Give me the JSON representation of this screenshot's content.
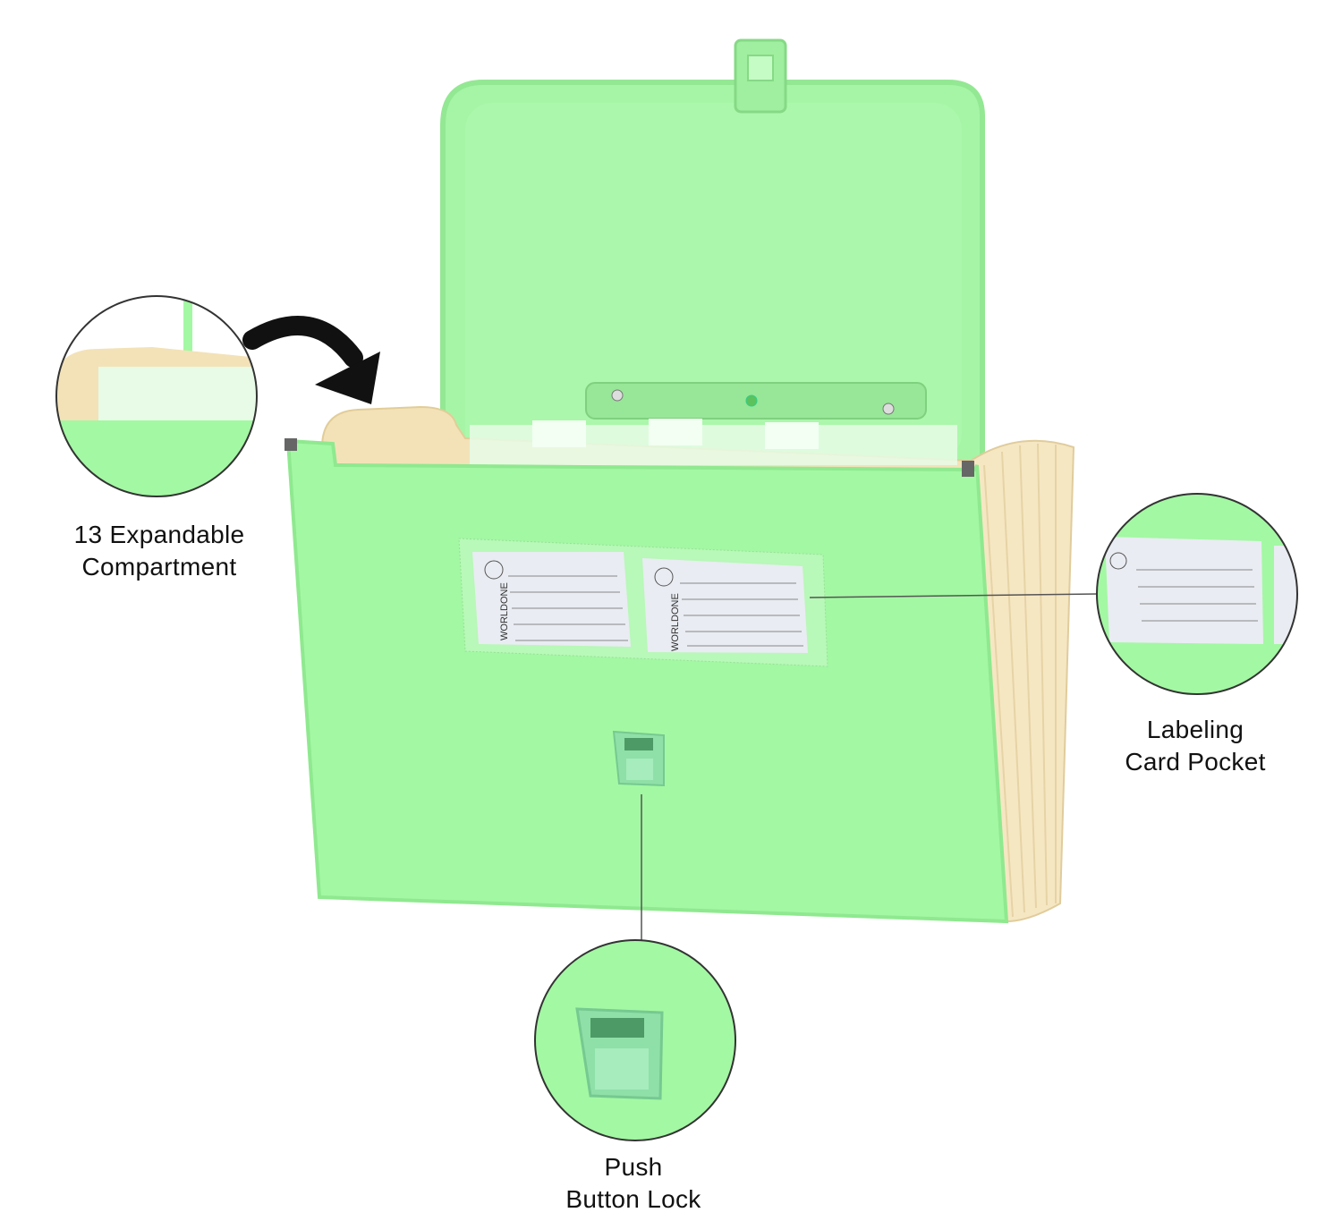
{
  "product": {
    "brand": "WORLDONE",
    "colors": {
      "folder": "#a3f8a3",
      "folder_edge": "#8fe98f",
      "accordion": "#f5e6c2",
      "label_card": "#e9ecf2",
      "arrow": "#111111",
      "leader_line": "#555555"
    }
  },
  "callouts": [
    {
      "lines": [
        "13 Expandable",
        "Compartment"
      ]
    },
    {
      "lines": [
        "Labeling",
        "Card Pocket"
      ]
    },
    {
      "lines": [
        "Push",
        "Button Lock"
      ]
    }
  ]
}
